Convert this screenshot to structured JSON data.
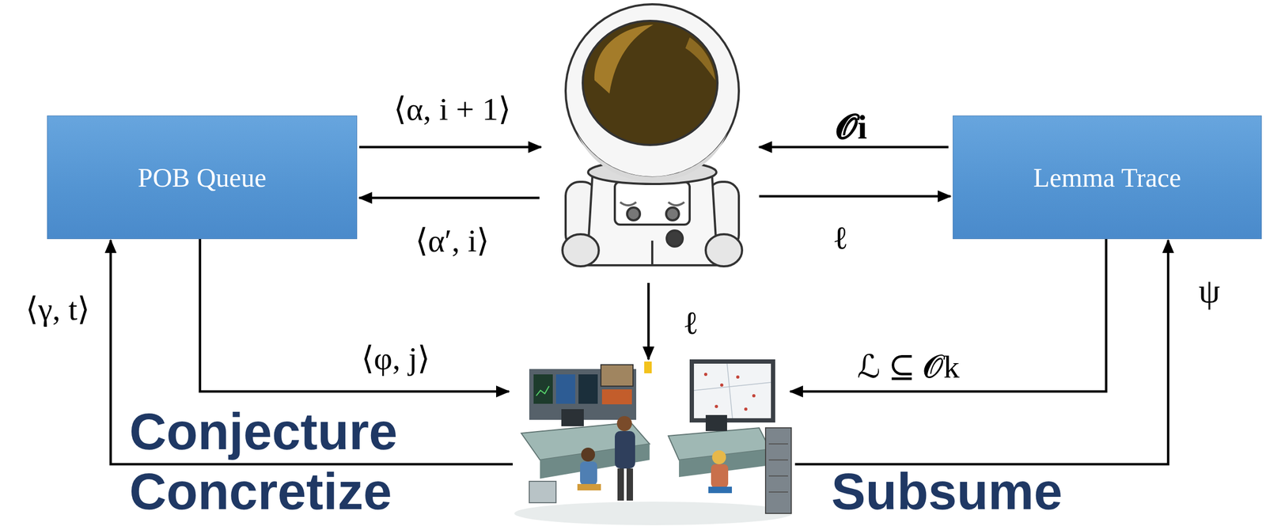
{
  "diagram": {
    "nodes": [
      {
        "text": [
          "POB Queue"
        ]
      },
      {
        "text": [
          "Lemma Trace"
        ]
      }
    ],
    "labels": [
      "⟨α, i + 1⟩",
      "𝓞i",
      "⟨α′, i⟩",
      "ℓ",
      "⟨γ, t⟩",
      "ℓ",
      "ψ",
      "⟨φ, j⟩",
      "ℒ ⊆ 𝓞k",
      "Conjecture",
      "Concretize",
      "Subsume"
    ]
  }
}
